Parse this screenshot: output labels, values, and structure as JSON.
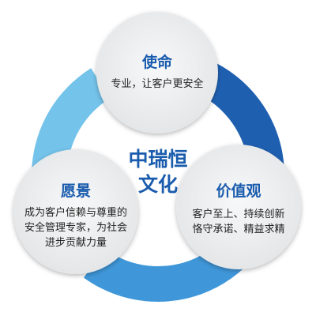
{
  "center": {
    "line1": "中瑞恒",
    "line2": "文化"
  },
  "mission": {
    "title": "使命",
    "lines": [
      "专业，让客户更安全"
    ]
  },
  "vision": {
    "title": "愿景",
    "lines": [
      "成为客户信赖与尊重的",
      "安全管理专家，为社会",
      "进步贡献力量"
    ]
  },
  "values": {
    "title": "价值观",
    "lines": [
      "客户至上、持续创新",
      "恪守承诺、精益求精"
    ]
  },
  "colors": {
    "dark_blue": "#1f5fb0",
    "mid_blue": "#3f97d9",
    "light_blue": "#74c3ea",
    "title_blue": "#1a5cad",
    "circle_fill": "#f2f3f4",
    "text": "#222222"
  }
}
